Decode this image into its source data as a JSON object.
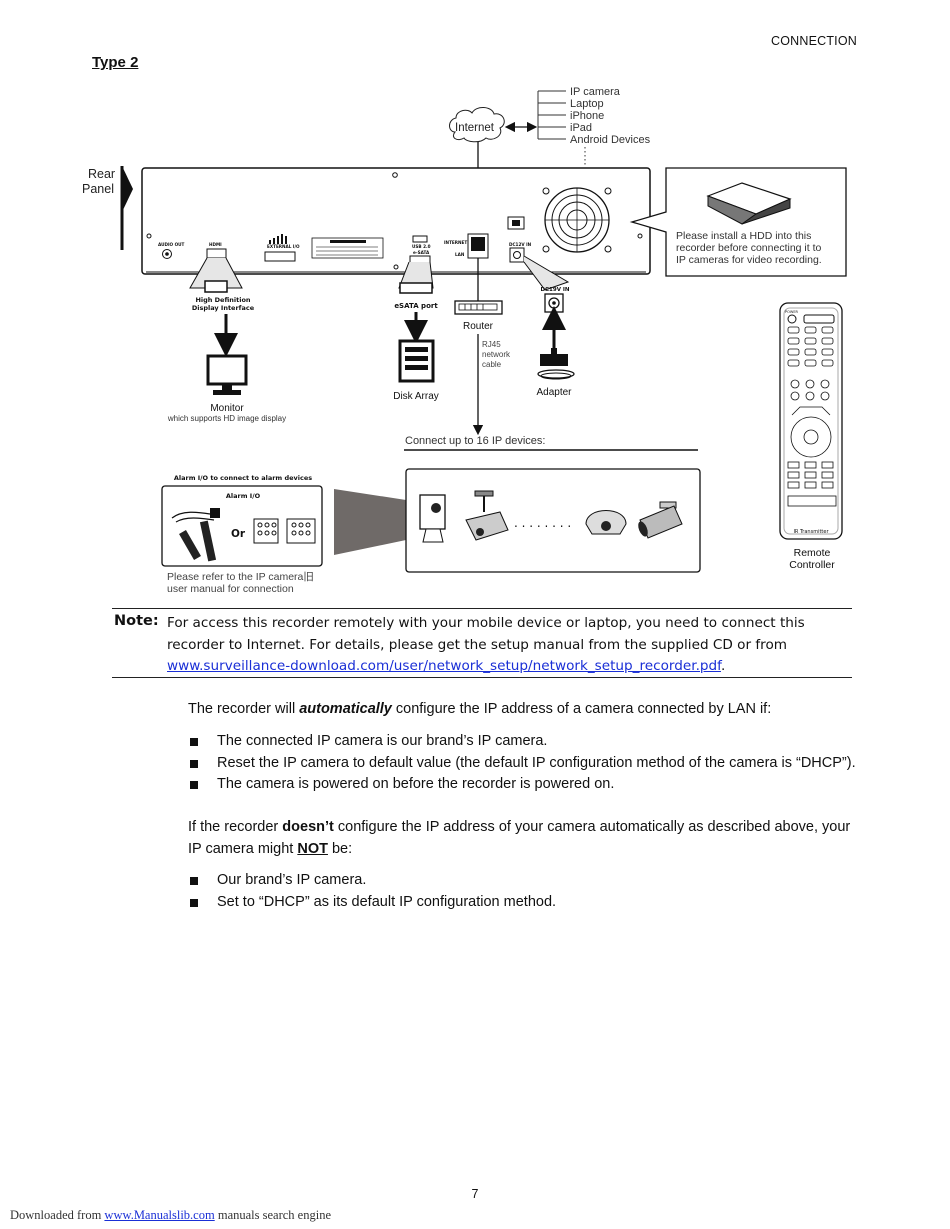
{
  "header": {
    "section": "CONNECTION"
  },
  "heading": {
    "type_label": "Type 2"
  },
  "diagram": {
    "internet_label": "Internet",
    "internet_devices": [
      "IP camera",
      "Laptop",
      "iPhone",
      "iPad",
      "Android Devices"
    ],
    "rear_panel_label": [
      "Rear",
      "Panel"
    ],
    "port_labels": {
      "audio": "AUDIO OUT",
      "hdmi": "HDMI",
      "external_io": "EXTERNAL I/O",
      "usb": "USB 2.0",
      "esata": "e-SATA",
      "internet": "INTERNET",
      "lan": "LAN",
      "dc": "DC12V IN"
    },
    "hdd_note": [
      "Please install a HDD into this",
      "recorder before connecting it to",
      "IP cameras for video recording."
    ],
    "hdmi_label": [
      "High Definition",
      "Display Interface"
    ],
    "esata_label": "eSATA port",
    "router_label": "Router",
    "rj45_label": [
      "RJ45",
      "network",
      "cable"
    ],
    "dc_label": "DC19V IN",
    "monitor_label": "Monitor",
    "monitor_sub": "which supports HD image display",
    "disk_array_label": "Disk Array",
    "adapter_label": "Adapter",
    "connect_label": "Connect up to 16 IP devices:",
    "alarm_title": "Alarm I/O to connect to alarm devices",
    "alarm_box_label": "Alarm I/O",
    "alarm_or": "Or",
    "alarm_refer": [
      "Please refer to the IP camera旧",
      "user manual for connection"
    ],
    "remote_label": [
      "Remote",
      "Controller"
    ],
    "remote_ir": "IR Transmitter",
    "remote_power": "POWER"
  },
  "note": {
    "label": "Note:",
    "line1": "For access this recorder remotely with your mobile device or laptop, you need to connect this",
    "line2": "recorder to Internet. For details, please get the setup manual from the supplied CD or from",
    "link": "www.surveillance-download.com/user/network_setup/network_setup_recorder.pdf",
    "link_end": "."
  },
  "body": {
    "p1_before": "The recorder will ",
    "p1_emph": "automatically",
    "p1_after": " configure the IP address of a camera connected by LAN if:",
    "list1": [
      "The connected IP camera is our brand’s IP camera.",
      "Reset the IP camera to default value (the default IP configuration method of the camera is “DHCP”).",
      "The camera is powered on before the recorder is powered on."
    ],
    "p2_before": "If the recorder ",
    "p2_strong": "doesn’t",
    "p2_after": " configure the IP address of your camera automatically as described above, your",
    "p2_line2_before": "IP camera might ",
    "p2_not": "NOT",
    "p2_line2_after": " be:",
    "list2": [
      "Our brand’s IP camera.",
      "Set to “DHCP” as its default IP configuration method."
    ]
  },
  "footer": {
    "page_number": "7",
    "downloaded_from": "Downloaded from ",
    "site": "www.Manualslib.com",
    "tail": " manuals search engine"
  }
}
